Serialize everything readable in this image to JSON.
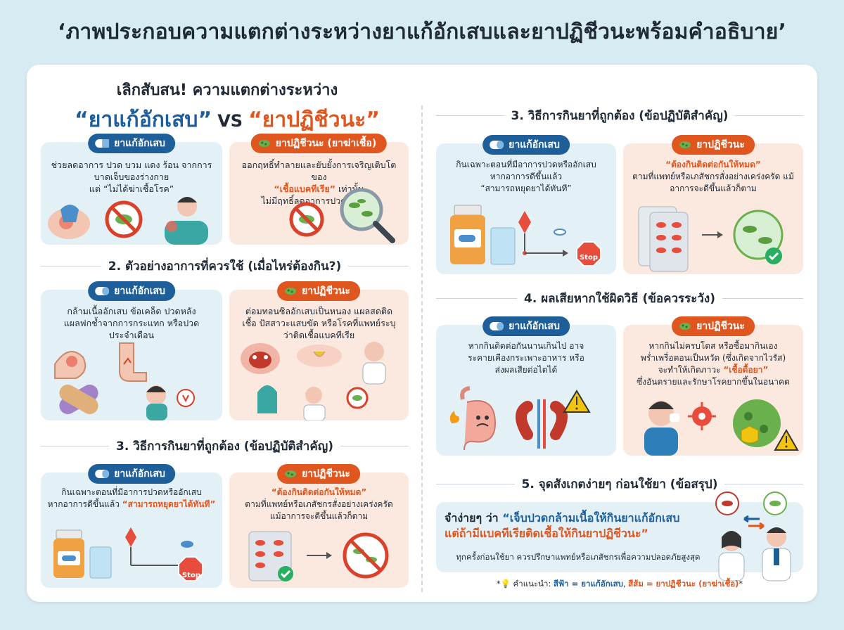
{
  "title": "‘ภาพประกอบความแตกต่างระหว่างยาแก้อักเสบและยาปฏิชีวนะพร้อมคำอธิบาย’",
  "intro": {
    "line1": "เลิกสับสน! ความแตกต่างระหว่าง",
    "left": "“ยาแก้อักเสบ”",
    "vs": "VS",
    "right": "“ยาปฏิชีวนะ”"
  },
  "labels": {
    "anti_inflammatory": "ยาแก้อักเสบ",
    "antibiotic": "ยาปฏิชีวนะ",
    "antibiotic_full": "ยาปฏิชีวนะ (ยาฆ่าเชื้อ)"
  },
  "sec1": {
    "blue_text": "ช่วยลดอาการ ปวด บวม แดง ร้อน จากการบาดเจ็บของร่างกาย",
    "blue_text2": "แต่ “ไม่ได้ฆ่าเชื้อโรค”",
    "orange_text1": "ออกฤทธิ์ทำลายและยับยั้งการเจริญเติบโตของ",
    "orange_hl": "“เชื้อแบคทีเรีย”",
    "orange_text2": " เท่านั้น",
    "orange_text3": "ไม่มีฤทธิ์ลดอาการปวดโดยตรง"
  },
  "sec2": {
    "heading": "2. ตัวอย่างอาการที่ควรใช้ (เมื่อไหร่ต้องกิน?)",
    "blue_text": "กล้ามเนื้ออักเสบ ข้อเคล็ด ปวดหลัง แผลฟกช้ำจากการกระแทก หรือปวดประจำเดือน",
    "orange_text": "ต่อมทอนซิลอักเสบเป็นหนอง แผลสดติดเชื้อ ปัสสาวะแสบขัด หรือโรคที่แพทย์ระบุว่าติดเชื้อแบคทีเรีย"
  },
  "sec3": {
    "heading": "3. วิธีการกินยาที่ถูกต้อง (ข้อปฏิบัติสำคัญ)",
    "blue_text1": "กินเฉพาะตอนที่มีอาการปวดหรืออักเสบ",
    "blue_text2": "หากอาการดีขึ้นแล้ว ",
    "blue_hl": "“สามารถหยุดยาได้ทันที”",
    "blue_text2_right": "หากอาการดีขึ้นแล้ว",
    "blue_hl_right": "“สามารถหยุดยาได้ทันที”",
    "orange_hl": "“ต้องกินติดต่อกันให้หมด”",
    "orange_text": "ตามที่แพทย์หรือเภสัชกรสั่งอย่างเคร่งครัด แม้อาการจะดีขึ้นแล้วก็ตาม",
    "stop": "Stop"
  },
  "sec4": {
    "heading": "4. ผลเสียหากใช้ผิดวิธี (ข้อควรระวัง)",
    "blue_text": "หากกินติดต่อกันนานเกินไป อาจระคายเคืองกระเพาะอาหาร หรือส่งผลเสียต่อไตได้",
    "orange_text1": "หากกินไม่ครบโดส หรือซื้อมากินเอง พร่ำเพรื่อตอนเป็นหวัด (ซึ่งเกิดจากไวรัส)",
    "orange_text2": "จะทำให้เกิดภาวะ ",
    "orange_hl": "“เชื้อดื้อยา”",
    "orange_text3": "ซึ่งอันตรายและรักษาโรคยากขึ้นในอนาคต"
  },
  "sec5": {
    "heading": "5. จุดสังเกตง่ายๆ ก่อนใช้ยา (ข้อสรุป)",
    "lead": "จำง่ายๆ ว่า ",
    "blue_part": "“เจ็บปวดกล้ามเนื้อให้กินยาแก้อักเสบ",
    "orange_part": "แต่ถ้ามีแบคทีเรียติดเชื้อให้กินยาปฏิชีวนะ”",
    "note": "ทุกครั้งก่อนใช้ยา ควรปรึกษาแพทย์หรือเภสัชกรเพื่อความปลอดภัยสูงสุด"
  },
  "tip": {
    "lead": "*💡 คำแนะนำ: ",
    "blue": "สีฟ้า = ยาแก้อักเสบ",
    "sep": ", ",
    "orange": "สีส้ม = ยาปฏิชีวนะ (ยาฆ่าเชื้อ)",
    "tail": "*"
  },
  "colors": {
    "blue": "#1f5f99",
    "orange": "#e0561f",
    "blue_panel": "#e3f1f7",
    "orange_panel": "#fbe9df",
    "background": "#d7ecf2"
  }
}
